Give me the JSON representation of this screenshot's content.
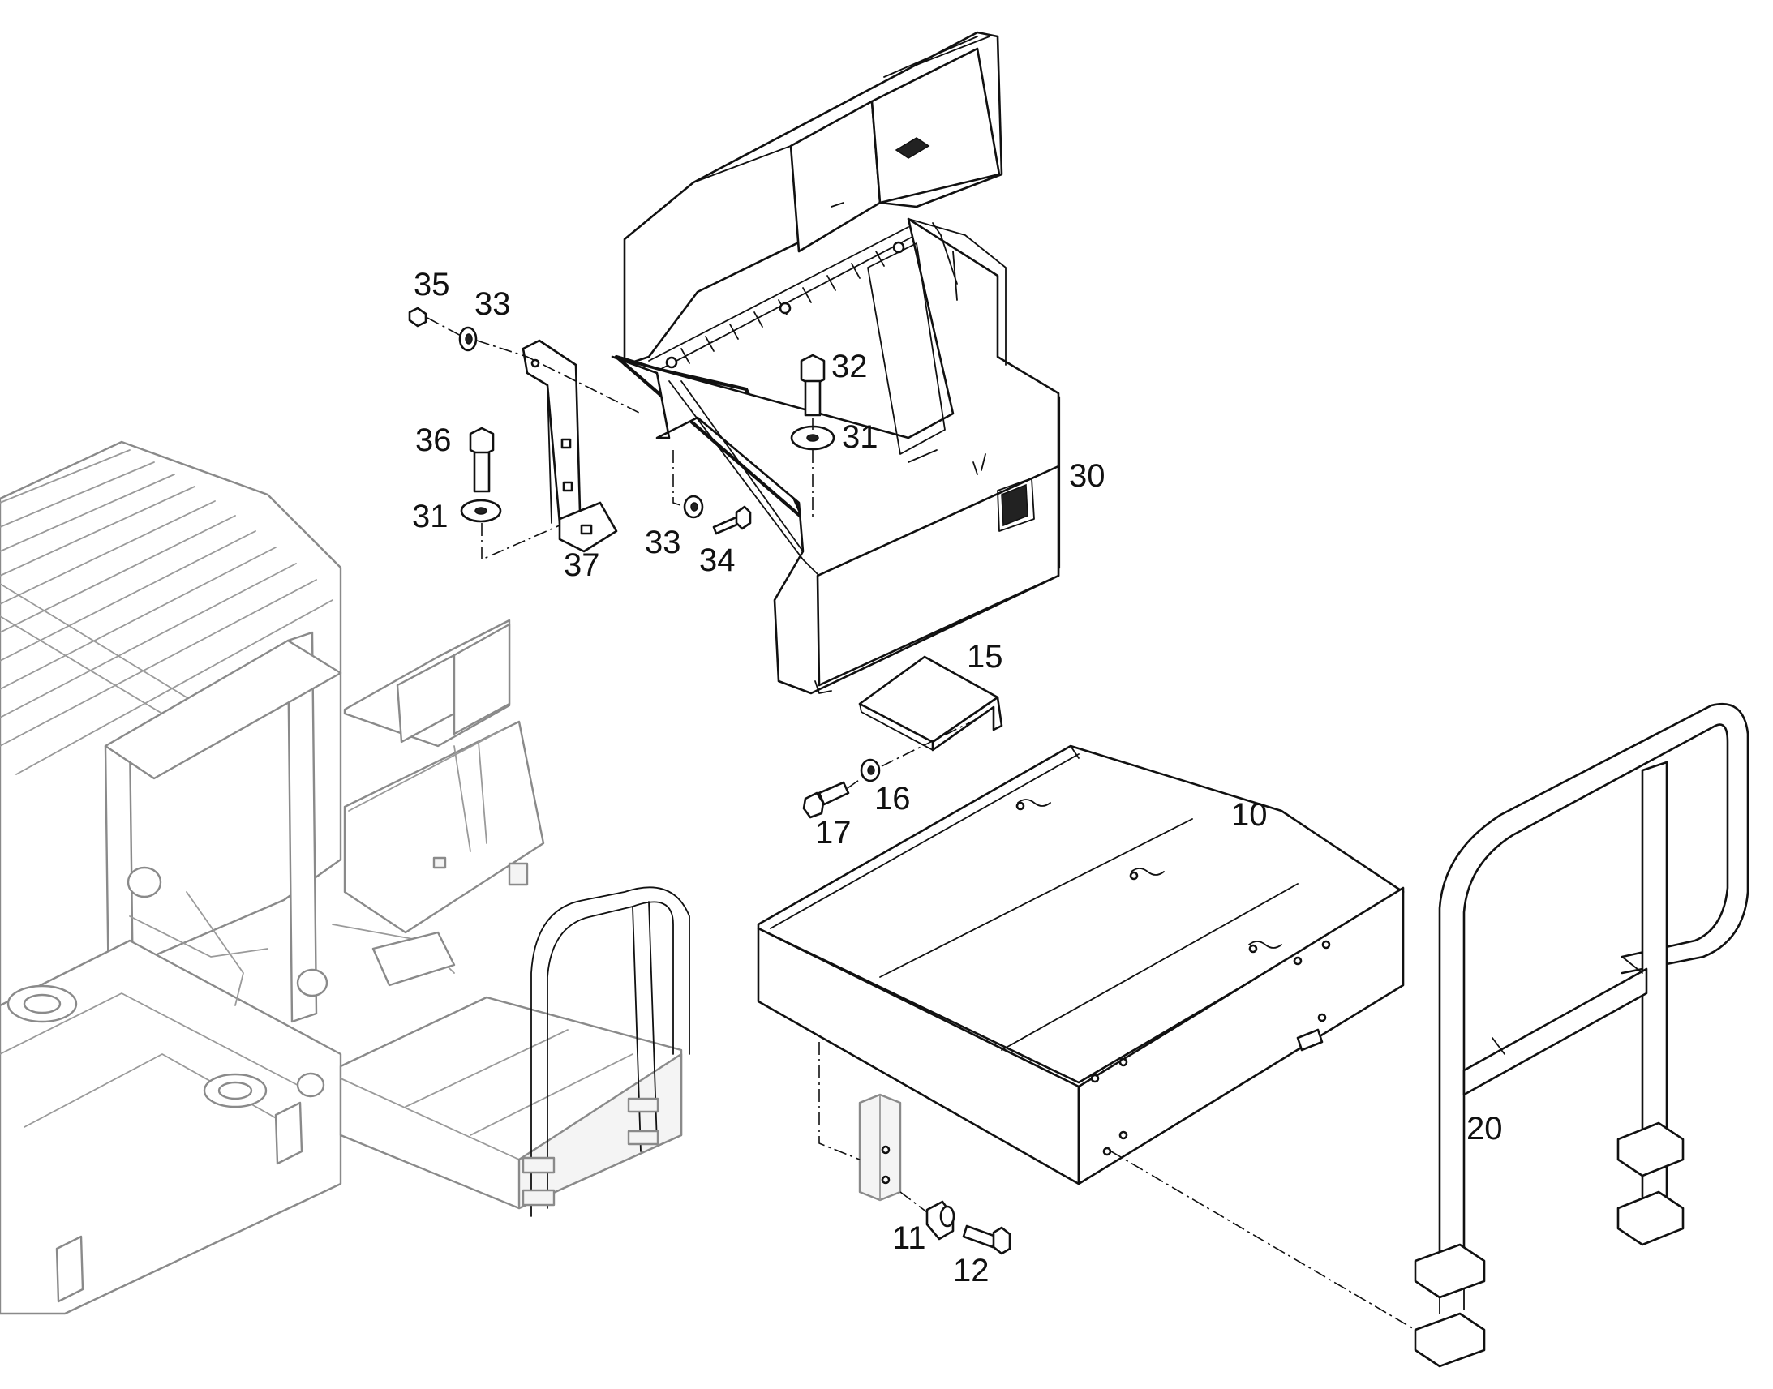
{
  "diagram": {
    "labels": [
      {
        "key": "35",
        "text": "35"
      },
      {
        "key": "33a",
        "text": "33"
      },
      {
        "key": "32",
        "text": "32"
      },
      {
        "key": "36",
        "text": "36"
      },
      {
        "key": "31b",
        "text": "31"
      },
      {
        "key": "31a",
        "text": "31"
      },
      {
        "key": "30",
        "text": "30"
      },
      {
        "key": "33b",
        "text": "33"
      },
      {
        "key": "34",
        "text": "34"
      },
      {
        "key": "37",
        "text": "37"
      },
      {
        "key": "15",
        "text": "15"
      },
      {
        "key": "16",
        "text": "16"
      },
      {
        "key": "17",
        "text": "17"
      },
      {
        "key": "10",
        "text": "10"
      },
      {
        "key": "20",
        "text": "20"
      },
      {
        "key": "11",
        "text": "11"
      },
      {
        "key": "12",
        "text": "12"
      }
    ]
  }
}
